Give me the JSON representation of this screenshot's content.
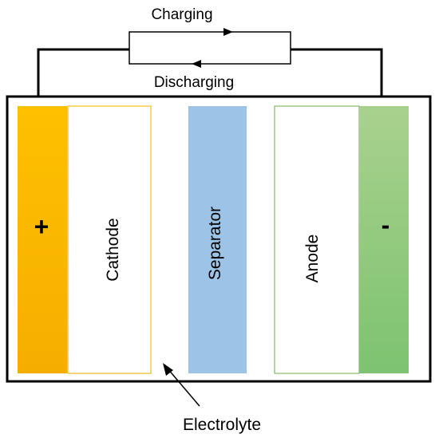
{
  "labels": {
    "charging": "Charging",
    "discharging": "Discharging",
    "cathode": "Cathode",
    "separator": "Separator",
    "anode": "Anode",
    "electrolyte": "Electrolyte",
    "positive": "+",
    "negative": "-"
  },
  "colors": {
    "outline": "#000000",
    "positive_terminal_top": "#ffc000",
    "positive_terminal_bottom": "#f5ae00",
    "cathode_border": "#f2c94c",
    "separator": "#9dc3e6",
    "anode_border": "#70ad47",
    "negative_terminal_top": "#a9d18e",
    "negative_terminal_bottom": "#7dc370"
  },
  "icons": {
    "charging_arrow": "arrow-right-icon",
    "discharging_arrow": "arrow-left-icon",
    "electrolyte_pointer": "pointer-arrow-icon"
  }
}
